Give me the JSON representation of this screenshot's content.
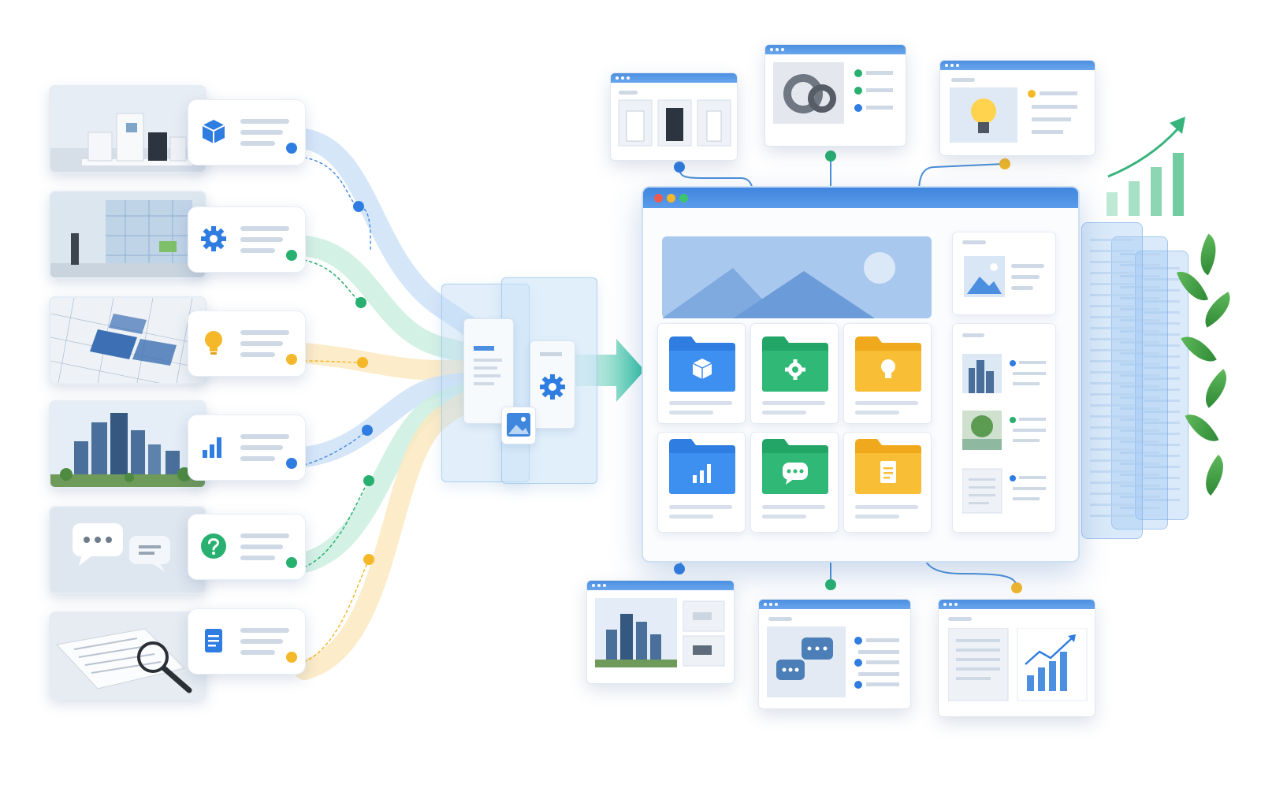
{
  "diagram": {
    "colors": {
      "blue": "#2f7de1",
      "green": "#27b06f",
      "yellow": "#f4b829",
      "window_bar": "#4c8fe0",
      "flow_blue": "#bcd7f6",
      "flow_green": "#bfe9d6",
      "flow_yellow": "#f8e2a6"
    },
    "sources": [
      {
        "thumb": "appliances-photo",
        "icon": "cube-icon",
        "color": "blue"
      },
      {
        "thumb": "glass-office-photo",
        "icon": "gear-icon",
        "color": "green"
      },
      {
        "thumb": "solar-blueprint-photo",
        "icon": "lightbulb-icon",
        "color": "yellow"
      },
      {
        "thumb": "skyline-photo",
        "icon": "bar-chart-icon",
        "color": "blue"
      },
      {
        "thumb": "chat-bubbles-photo",
        "icon": "question-icon",
        "color": "green"
      },
      {
        "thumb": "document-search-photo",
        "icon": "document-icon",
        "color": "yellow"
      }
    ],
    "hub": {
      "icons": [
        "document-icon",
        "gear-icon",
        "image-icon"
      ],
      "arrow": "arrow-right-icon"
    },
    "main_window": {
      "folders": [
        {
          "icon": "cube-icon",
          "color": "blue"
        },
        {
          "icon": "gear-icon",
          "color": "green"
        },
        {
          "icon": "lightbulb-icon",
          "color": "yellow"
        },
        {
          "icon": "bar-chart-icon",
          "color": "blue"
        },
        {
          "icon": "chat-icon",
          "color": "green"
        },
        {
          "icon": "document-icon",
          "color": "yellow"
        }
      ],
      "sidebar": [
        "image-icon",
        "building-thumb",
        "park-thumb",
        "document-thumb"
      ]
    },
    "satellites_top": [
      "appliances-window",
      "gears-window",
      "lightbulb-window"
    ],
    "satellites_bottom": [
      "skyline-window",
      "chat-window",
      "chart-window"
    ],
    "decor": [
      "growth-arrow-icon",
      "leaf-plant"
    ]
  }
}
